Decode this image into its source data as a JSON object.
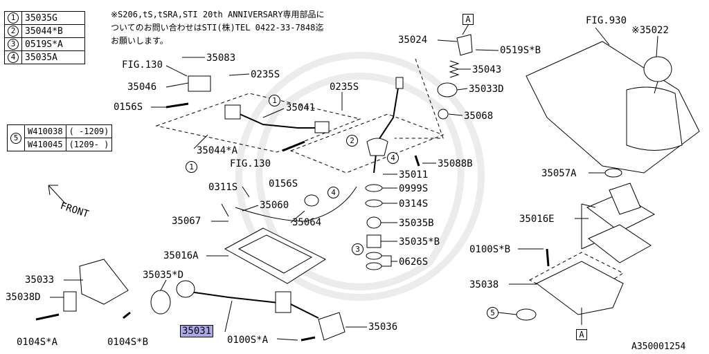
{
  "legend_top": [
    {
      "num": "1",
      "part": "35035G"
    },
    {
      "num": "2",
      "part": "35044*B"
    },
    {
      "num": "3",
      "part": "0519S*A"
    },
    {
      "num": "4",
      "part": "35035A"
    }
  ],
  "legend_five": {
    "num": "5",
    "rows": [
      {
        "part": "W410038",
        "range": "( -1209)"
      },
      {
        "part": "W410045",
        "range": "(1209- )"
      }
    ]
  },
  "note": {
    "line1": "※S206,tS,tSRA,STI 20th ANNIVERSARY専用部品に",
    "line2": "ついてのお問い合わせはSTI(株)TEL 0422-33-7848迄",
    "line3": "お願いします。"
  },
  "labels": {
    "p35083": "35083",
    "fig130a": "FIG.130",
    "p0235s_a": "0235S",
    "p35046": "35046",
    "p0156s_a": "0156S",
    "p35041": "35041",
    "p0235s_b": "0235S",
    "p35044a": "35044*A",
    "fig130b": "FIG.130",
    "p0156s_b": "0156S",
    "p0311s": "0311S",
    "front": "FRONT",
    "p35060": "35060",
    "p35064": "35064",
    "p35067": "35067",
    "p35016a": "35016A",
    "p35035d": "35035*D",
    "p35033": "35033",
    "p35038d": "35038D",
    "p0104sa": "0104S*A",
    "p0104sb": "0104S*B",
    "p35031": "35031",
    "p0100sa": "0100S*A",
    "p35036": "35036",
    "p35024": "35024",
    "p0519sb": "0519S*B",
    "p35043": "35043",
    "p35033d": "35033D",
    "p35068": "35068",
    "p35088b": "35088B",
    "p35011": "35011",
    "p0999s": "0999S",
    "p0314s": "0314S",
    "p35035b": "35035B",
    "p35035b2": "35035*B",
    "p0626s": "0626S",
    "fig930": "FIG.930",
    "p35022": "※35022",
    "p35057a": "35057A",
    "p35016e": "35016E",
    "p0100sb": "0100S*B",
    "p35038": "35038",
    "ref": "A350001254"
  },
  "markers": {
    "box_a": "A",
    "c1": "1",
    "c2": "2",
    "c3": "3",
    "c4": "4",
    "c5": "5"
  },
  "colors": {
    "highlight": "#a9a9e6",
    "line": "#000000"
  }
}
